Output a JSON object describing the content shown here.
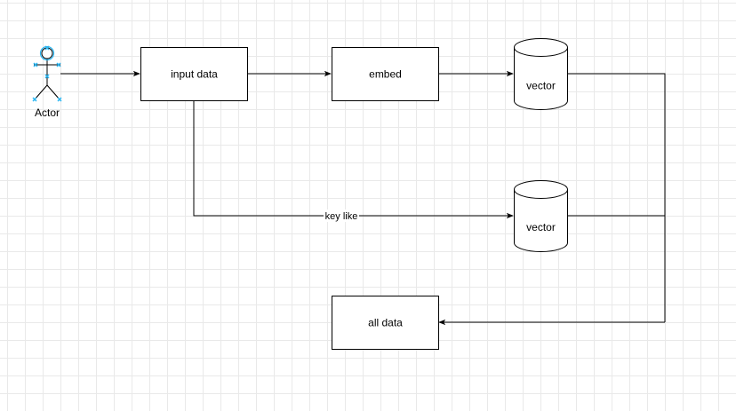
{
  "diagram": {
    "actor": {
      "label": "Actor"
    },
    "nodes": {
      "input": {
        "label": "input data"
      },
      "embed": {
        "label": "embed"
      },
      "vector_top": {
        "label": "vector"
      },
      "vector_bottom": {
        "label": "vector"
      },
      "all_data": {
        "label": "all data"
      }
    },
    "edges": {
      "key_like": {
        "label": "key like"
      }
    },
    "colors": {
      "stroke": "#000000",
      "grid": "#e9e9e9",
      "selection_handle": "#29b6f2",
      "background": "#ffffff"
    }
  }
}
